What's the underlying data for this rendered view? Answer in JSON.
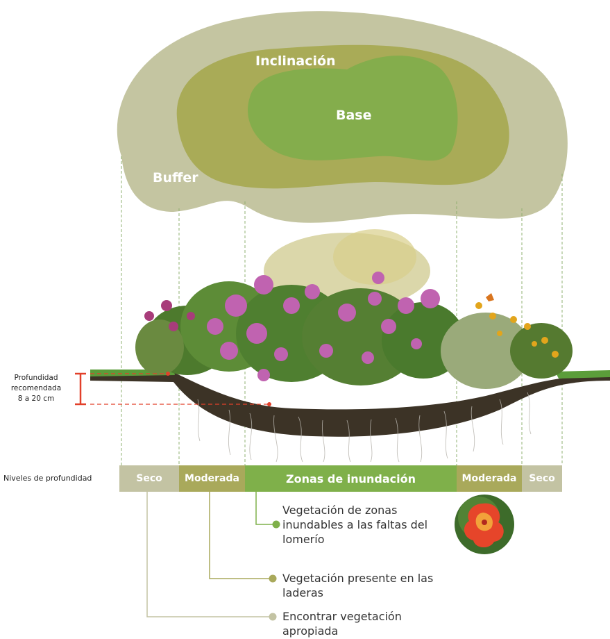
{
  "zones": {
    "buffer": "Buffer",
    "inclinacion": "Inclinación",
    "base": "Base"
  },
  "depth": {
    "line1": "Profundidad",
    "line2": "recomendada",
    "line3": "8 a 20 cm"
  },
  "levels": {
    "label": "Niveles de profundidad",
    "seco_left": "Seco",
    "moderada_left": "Moderada",
    "inundacion": "Zonas de inundación",
    "moderada_right": "Moderada",
    "seco_right": "Seco"
  },
  "descriptions": {
    "flood": [
      "Vegetación de zonas",
      "inundables a las faltas del",
      "lomerío"
    ],
    "slopes": [
      "Vegetación presente en las",
      "laderas"
    ],
    "dry": [
      "Encontrar vegetación",
      "apropiada"
    ]
  },
  "colors": {
    "buffer": "#c4c5a1",
    "slope": "#a8ab56",
    "base": "#84ad4c",
    "seco_bar": "#c3c3a3",
    "moderada_bar": "#a9a95b",
    "inundacion_bar": "#7fb04a",
    "depth_marker": "#e2402a"
  }
}
